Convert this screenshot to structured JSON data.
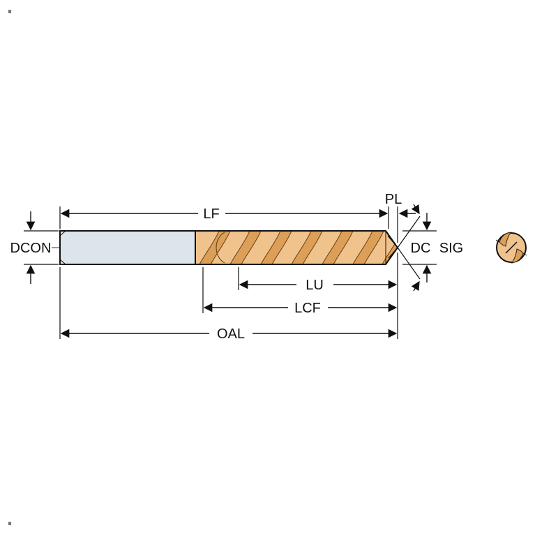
{
  "labels": {
    "lf": "LF",
    "pl": "PL",
    "dcon": "DCON",
    "dc": "DC",
    "sig": "SIG",
    "lu": "LU",
    "lcf": "LCF",
    "oal": "OAL"
  },
  "colors": {
    "background": "#ffffff",
    "shank": "#dce6ea",
    "flute_light": "#f0c28c",
    "flute_mid": "#dd9f58",
    "outline": "#101010"
  }
}
